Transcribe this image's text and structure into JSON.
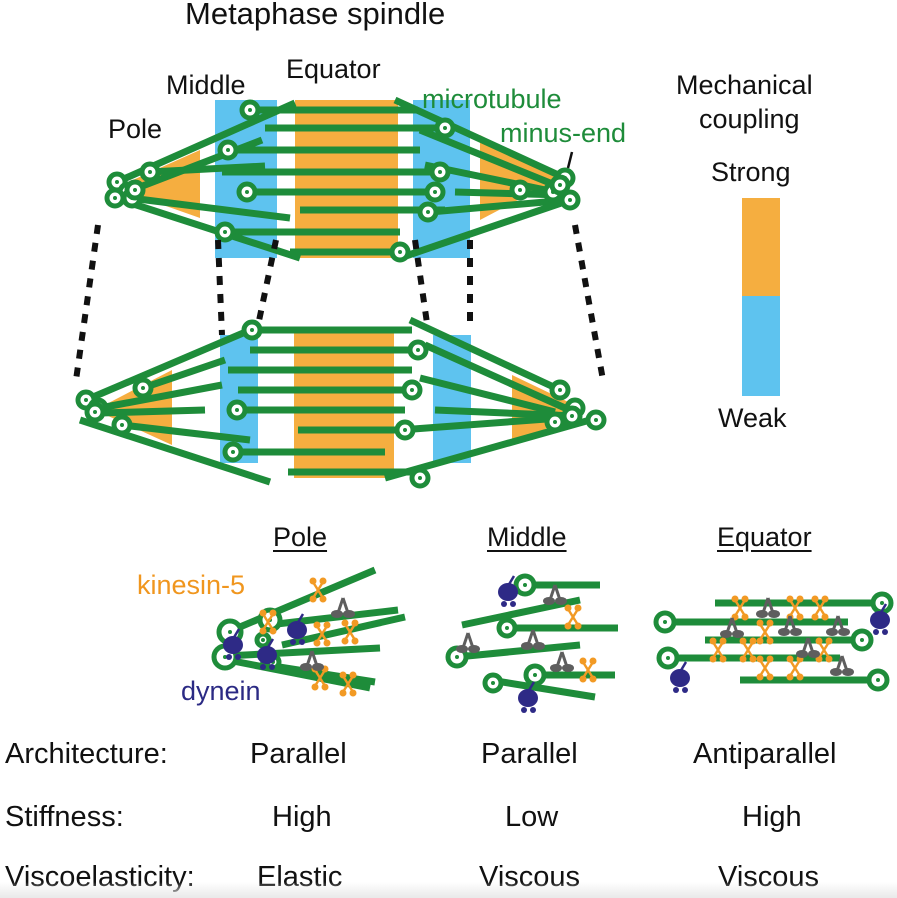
{
  "title": "Metaphase spindle",
  "region_labels": {
    "pole": "Pole",
    "middle": "Middle",
    "equator": "Equator"
  },
  "annotations": {
    "microtubule": "microtubule",
    "minus_end": "minus-end"
  },
  "legend": {
    "title_line1": "Mechanical",
    "title_line2": "coupling",
    "strong": "Strong",
    "weak": "Weak",
    "strong_color": "#f5ae40",
    "weak_color": "#5ec3ef"
  },
  "colors": {
    "microtubule": "#1e8c3a",
    "kinesin5": "#f29a24",
    "dynein": "#2e2a86",
    "crosslinker": "#5e5e5e",
    "equator_band": "#f5ae40",
    "middle_band": "#5ec3ef"
  },
  "panels": [
    {
      "heading": "Pole"
    },
    {
      "heading": "Middle"
    },
    {
      "heading": "Equator"
    }
  ],
  "motors": {
    "kinesin": "kinesin-5",
    "dynein": "dynein"
  },
  "properties": [
    {
      "label": "Architecture:",
      "values": [
        "Parallel",
        "Parallel",
        "Antiparallel"
      ]
    },
    {
      "label": "Stiffness:",
      "values": [
        "High",
        "Low",
        "High"
      ]
    },
    {
      "label": "Viscoelasticity:",
      "values": [
        "Elastic",
        "Viscous",
        "Viscous"
      ]
    }
  ]
}
